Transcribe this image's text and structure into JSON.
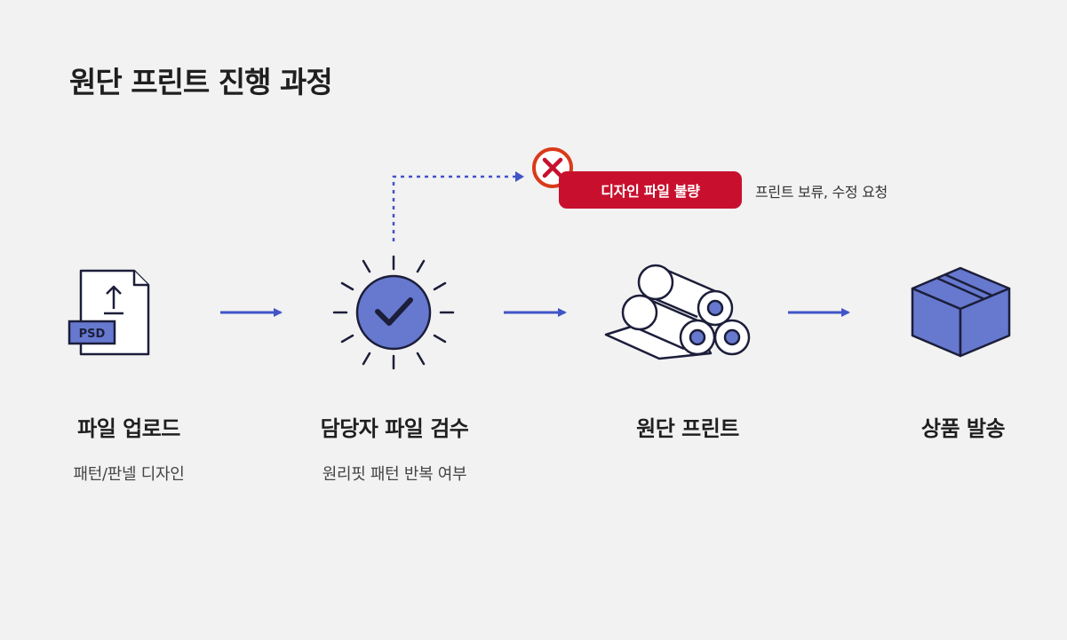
{
  "title": "원단 프린트 진행 과정",
  "stages": [
    {
      "title": "파일 업로드",
      "subtitle": "패턴/판넬 디자인",
      "icon": "file-upload-icon"
    },
    {
      "title": "담당자 파일 검수",
      "subtitle": "원리핏 패턴 반복 여부",
      "icon": "check-badge-icon"
    },
    {
      "title": "원단 프린트",
      "subtitle": "",
      "icon": "fabric-rolls-icon"
    },
    {
      "title": "상품 발송",
      "subtitle": "",
      "icon": "box-icon"
    }
  ],
  "file_badge": "PSD",
  "rejection": {
    "label": "디자인 파일 불량",
    "note": "프린트 보류, 수정 요청",
    "icon": "error-x-icon"
  },
  "colors": {
    "accent": "#4154c8",
    "icon_fill": "#6679cf",
    "outline": "#1c1e3a",
    "error": "#c8102e",
    "error_ring": "#d93a1a",
    "background": "#f2f2f2"
  }
}
